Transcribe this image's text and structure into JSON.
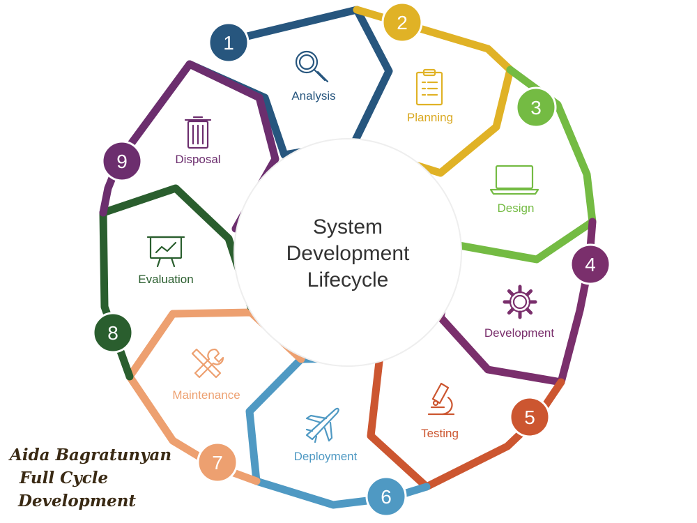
{
  "center_title": [
    "System",
    "Development",
    "Lifecycle"
  ],
  "stages": [
    {
      "number": "1",
      "label": "Analysis",
      "color": "#27567e",
      "icon": "magnifier-icon"
    },
    {
      "number": "2",
      "label": "Planning",
      "color": "#e0b226",
      "icon": "clipboard-icon"
    },
    {
      "number": "3",
      "label": "Design",
      "color": "#74bb43",
      "icon": "laptop-icon"
    },
    {
      "number": "4",
      "label": "Development",
      "color": "#7a2f6c",
      "icon": "gear-icon"
    },
    {
      "number": "5",
      "label": "Testing",
      "color": "#cc5630",
      "icon": "microscope-icon"
    },
    {
      "number": "6",
      "label": "Deployment",
      "color": "#4f99c3",
      "icon": "airplane-icon"
    },
    {
      "number": "7",
      "label": "Maintenance",
      "color": "#eda070",
      "icon": "tools-icon"
    },
    {
      "number": "8",
      "label": "Evaluation",
      "color": "#2a5e2e",
      "icon": "chart-board-icon"
    },
    {
      "number": "9",
      "label": "Disposal",
      "color": "#6c2e6e",
      "icon": "trash-icon"
    }
  ],
  "author": [
    "Aida Bagratunyan",
    "Full Cycle",
    "Development"
  ]
}
